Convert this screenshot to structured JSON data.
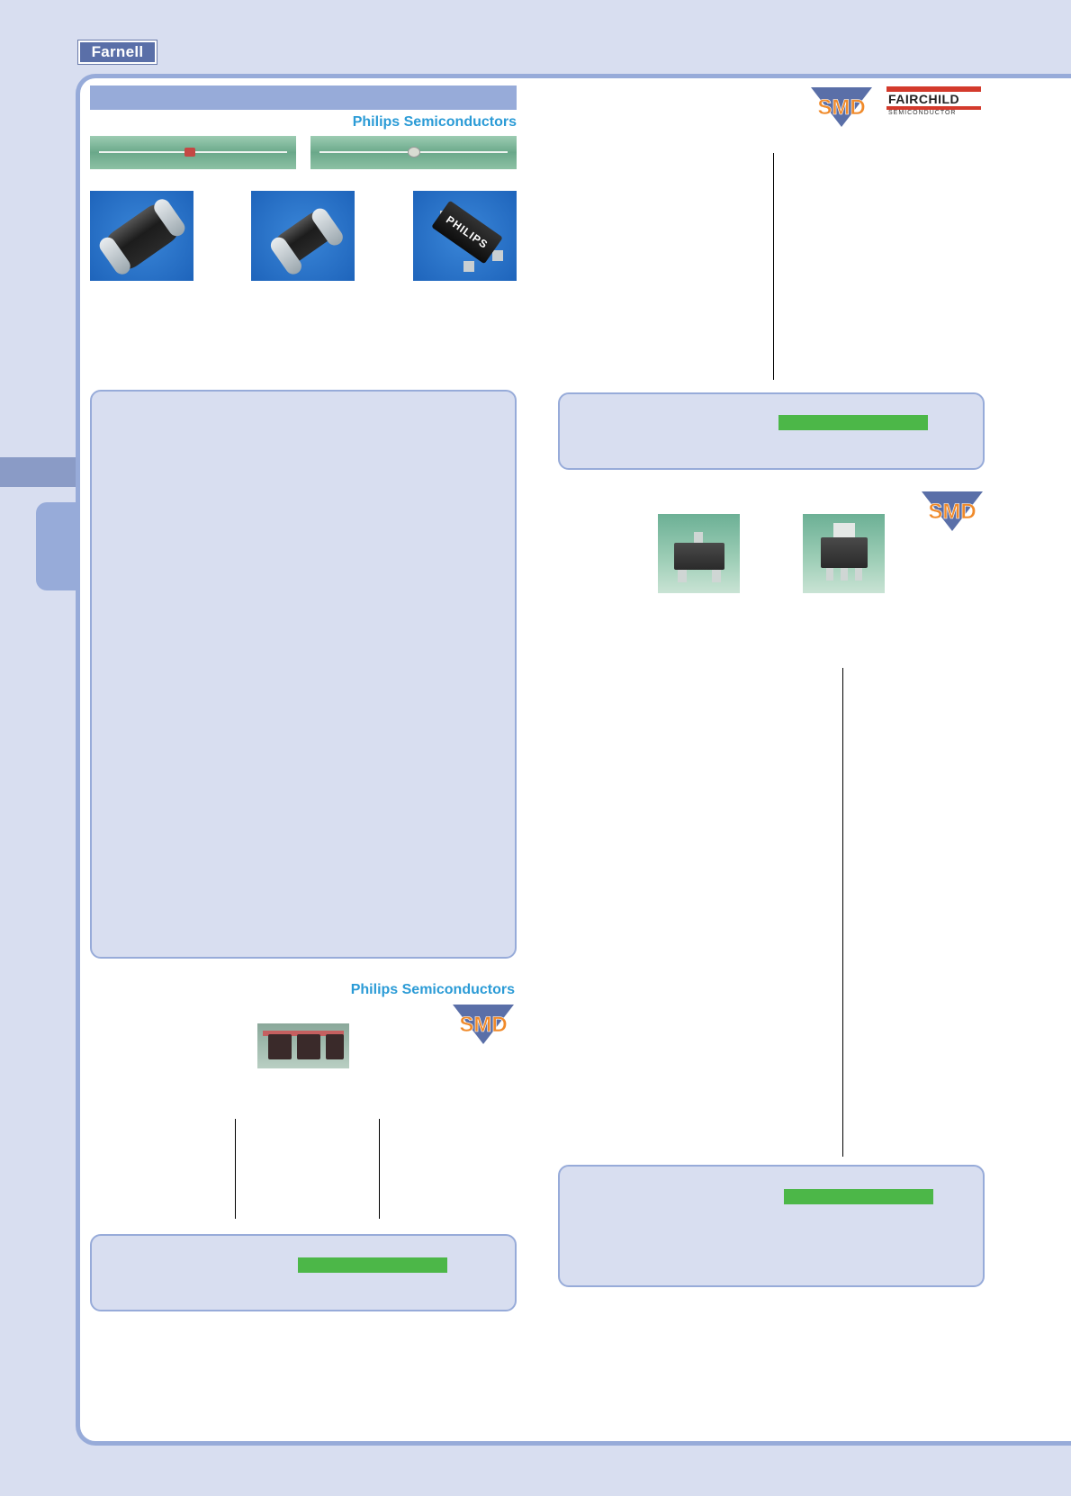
{
  "header": {
    "brand_logo_text": "Farnell"
  },
  "sections": {
    "philips_top": {
      "brand_text": "Philips Semiconductors",
      "chip_marking": "PHILIPS"
    },
    "smd_fairchild": {
      "smd_logo_text": "SMD",
      "fairchild_word": "FAIRCHILD",
      "fairchild_tag": "SEMICONDUCTOR"
    },
    "philips_bottom": {
      "brand_text": "Philips Semiconductors",
      "smd_logo_text": "SMD"
    },
    "right_mid": {
      "smd_logo_text": "SMD"
    }
  },
  "colors": {
    "page_bg": "#d8def0",
    "accent_blue": "#97abd9",
    "brand_blue": "#2b9bd6",
    "green_bar": "#4cb748",
    "smd_orange": "#f08a2a",
    "fairchild_red": "#d33a2c"
  }
}
